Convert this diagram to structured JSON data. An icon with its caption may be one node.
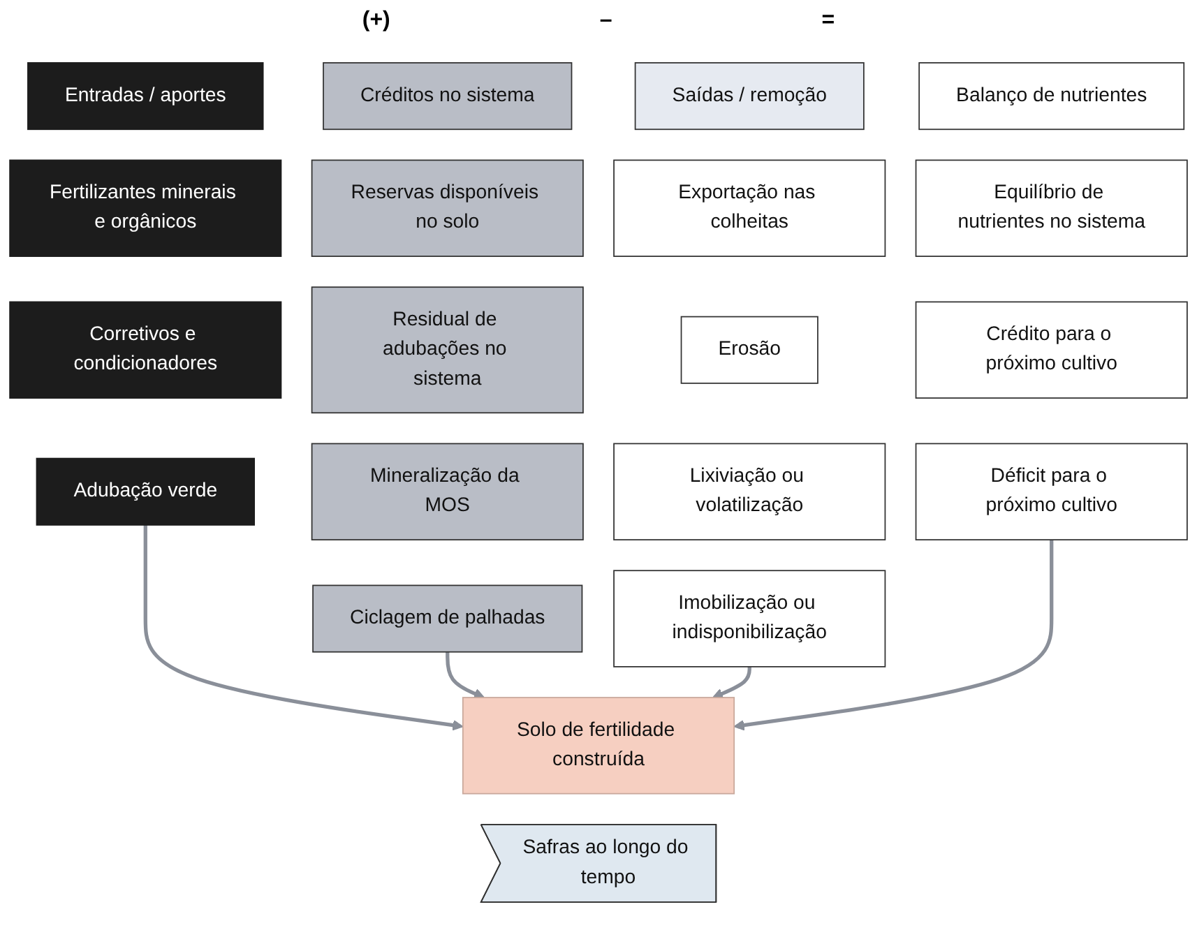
{
  "diagram": {
    "nodes": [
      {
        "text": [
          "Entradas / aportes"
        ]
      },
      {
        "text": [
          "Créditos no sistema"
        ]
      },
      {
        "text": [
          "Saídas / remoção"
        ]
      },
      {
        "text": [
          "Balanço de nutrientes"
        ]
      },
      {
        "text": [
          "Fertilizantes minerais e orgânicos"
        ]
      },
      {
        "text": [
          "Corretivos e condicionadores"
        ]
      },
      {
        "text": [
          "Adubação verde"
        ]
      },
      {
        "text": [
          "Reservas disponíveis no solo"
        ]
      },
      {
        "text": [
          "Residual de adubações no sistema"
        ]
      },
      {
        "text": [
          "Mineralização da MOS"
        ]
      },
      {
        "text": [
          "Ciclagem de palhadas"
        ]
      },
      {
        "text": [
          "Exportação nas colheitas"
        ]
      },
      {
        "text": [
          "Erosão"
        ]
      },
      {
        "text": [
          "Lixiviação ou volatilização"
        ]
      },
      {
        "text": [
          "Imobilização ou indisponibilização"
        ]
      },
      {
        "text": [
          "Equilíbrio de nutrientes no sistema"
        ]
      },
      {
        "text": [
          "Crédito para o próximo cultivo"
        ]
      },
      {
        "text": [
          "Déficit para o próximo cultivo"
        ]
      },
      {
        "text": [
          "Solo de fertilidade construída"
        ]
      },
      {
        "text": [
          "Safras ao longo do tempo"
        ]
      }
    ],
    "edges": [
      {
        "from": 6,
        "to": 18,
        "arrow": "to"
      },
      {
        "from": 10,
        "to": 18,
        "arrow": "to"
      },
      {
        "from": 14,
        "to": 18,
        "arrow": "to"
      },
      {
        "from": 17,
        "to": 18,
        "arrow": "to"
      }
    ],
    "labels": [
      "(+)",
      "–",
      "="
    ]
  }
}
